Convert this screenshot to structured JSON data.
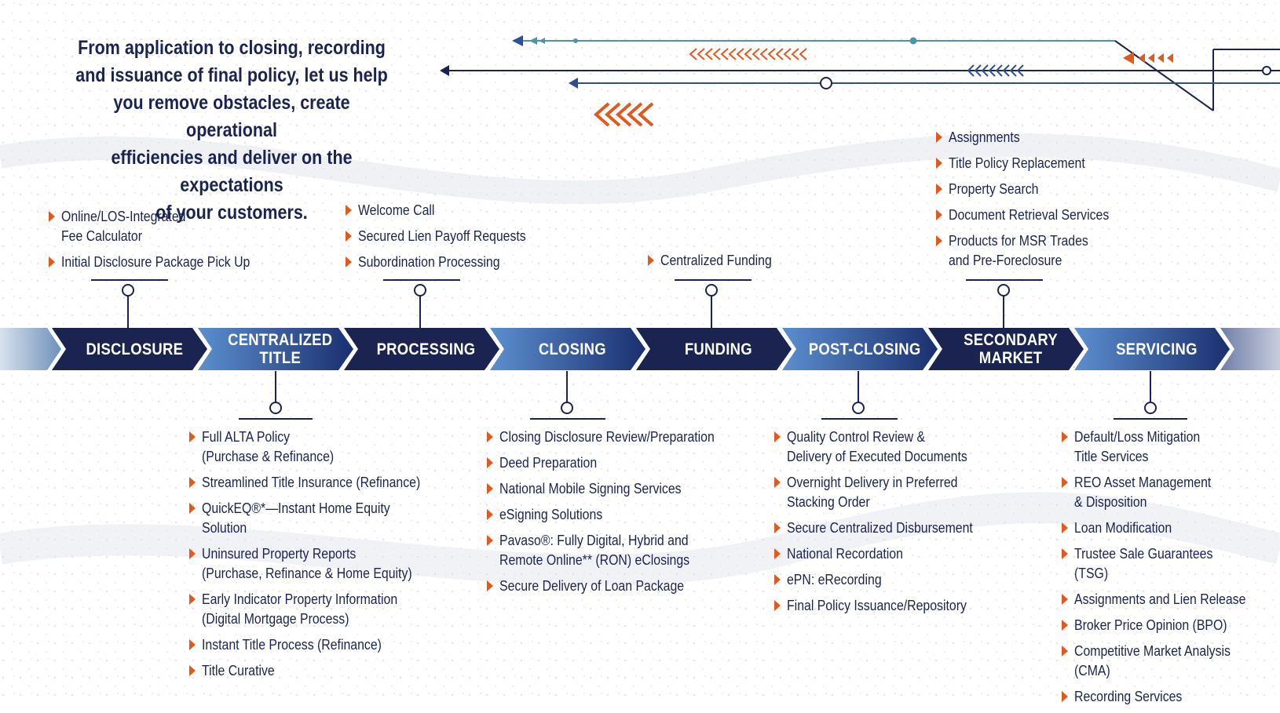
{
  "intro": {
    "line1": "From application to closing, recording",
    "line2": "and issuance of final policy, let us help",
    "line3": "you remove obstacles, create operational",
    "line4": "efficiencies and deliver on the expectations",
    "line5": "of your customers."
  },
  "colors": {
    "navy": "#1b2450",
    "blue": "#2c4f98",
    "accent": "#e05a1f",
    "teal": "#4a96a8"
  },
  "stages": [
    {
      "label": "DISCLOSURE"
    },
    {
      "label": "CENTRALIZED\nTITLE"
    },
    {
      "label": "PROCESSING"
    },
    {
      "label": "CLOSING"
    },
    {
      "label": "FUNDING"
    },
    {
      "label": "POST-CLOSING"
    },
    {
      "label": "SECONDARY\nMARKET"
    },
    {
      "label": "SERVICING"
    }
  ],
  "disclosure": {
    "items": [
      "Online/LOS-Integrated\nFee Calculator",
      "Initial Disclosure Package Pick Up"
    ]
  },
  "processing": {
    "items": [
      "Welcome Call",
      "Secured Lien Payoff Requests",
      "Subordination Processing"
    ]
  },
  "funding": {
    "items": [
      "Centralized Funding"
    ]
  },
  "secondary_market": {
    "items": [
      "Assignments",
      "Title Policy Replacement",
      "Property Search",
      "Document Retrieval Services",
      "Products for MSR Trades\nand Pre-Foreclosure"
    ]
  },
  "centralized_title": {
    "items": [
      "Full ALTA Policy\n(Purchase & Refinance)",
      "Streamlined Title Insurance (Refinance)",
      "QuickEQ®*—Instant Home Equity Solution",
      "Uninsured Property Reports\n(Purchase, Refinance & Home Equity)",
      "Early Indicator Property Information\n(Digital Mortgage Process)",
      "Instant Title Process (Refinance)",
      "Title Curative"
    ]
  },
  "closing": {
    "items": [
      "Closing Disclosure Review/Preparation",
      "Deed Preparation",
      "National Mobile Signing Services",
      "eSigning Solutions",
      "Pavaso®: Fully Digital, Hybrid and\nRemote Online** (RON) eClosings",
      "Secure Delivery of Loan Package"
    ]
  },
  "post_closing": {
    "items": [
      "Quality Control Review &\nDelivery of Executed Documents",
      "Overnight Delivery in Preferred\nStacking Order",
      "Secure Centralized Disbursement",
      "National Recordation",
      "ePN: eRecording",
      "Final Policy Issuance/Repository"
    ]
  },
  "servicing": {
    "items": [
      "Default/Loss Mitigation\nTitle Services",
      "REO Asset Management\n& Disposition",
      "Loan Modification",
      "Trustee Sale Guarantees (TSG)",
      "Assignments and Lien Release",
      "Broker Price Opinion (BPO)",
      "Competitive Market Analysis\n(CMA)",
      "Recording Services"
    ]
  }
}
